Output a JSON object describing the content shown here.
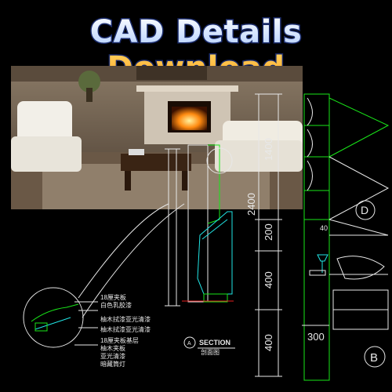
{
  "header": {
    "title": "CAD Details Download"
  },
  "drawing": {
    "dimensions_vertical": [
      "1400",
      "2400",
      "200",
      "400",
      "400"
    ],
    "dimension_horizontal": "300",
    "small_dim_40": "40",
    "section_label": "SECTION",
    "section_sublabel": "剖面图",
    "section_marker": "A",
    "callout_d": "D",
    "callout_b": "B",
    "notes": [
      "18厘夹板",
      "白色乳胶漆",
      "柚木拭漆亚光清漆",
      "柚木拭漆亚光清漆",
      "18厘夹板基层",
      "柚木夹板",
      "亚光清漆",
      "暗藏筒灯"
    ]
  },
  "colors": {
    "cad_green": "#19e619",
    "cad_cyan": "#21e6e6",
    "cad_white": "#e8e8e8",
    "cad_red": "#e62020"
  }
}
